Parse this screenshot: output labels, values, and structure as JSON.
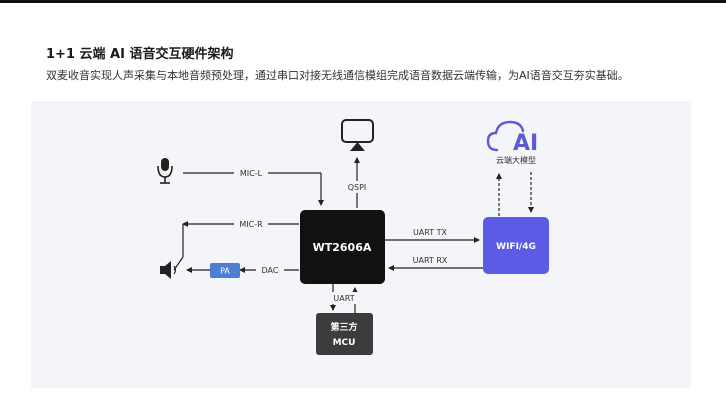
{
  "header": {
    "title": "1+1 云端 AI 语音交互硬件架构",
    "subtitle": "双麦收音实现人声采集与本地音频预处理，通过串口对接无线通信模组完成语音数据云端传输，为AI语音交互夯实基础。"
  },
  "diagram": {
    "chip": "WT2606A",
    "mic_l": "MIC-L",
    "mic_r": "MIC-R",
    "qspi": "QSPI",
    "dac": "DAC",
    "pa": "PA",
    "uart": "UART",
    "uart_tx": "UART TX",
    "uart_rx": "UART RX",
    "wifi": "WIFI/4G",
    "mcu_line1": "第三方",
    "mcu_line2": "MCU",
    "cloud_text": "AI",
    "cloud_label": "云端大模型"
  },
  "colors": {
    "chip": "#111111",
    "mcu": "#3c3c3c",
    "wifi": "#5b5be6",
    "pa": "#4a7fd4",
    "panel": "#f4f5f8"
  }
}
